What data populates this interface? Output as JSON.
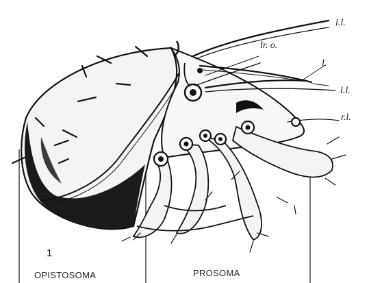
{
  "figure": {
    "number": "1",
    "regions": {
      "left": "OPISTOSOMA",
      "right": "PROSOMA"
    },
    "labels": {
      "i1": "i.l.",
      "lro": "lr. o.",
      "l": "l.",
      "ll": "l.l.",
      "rl": "r.l."
    }
  }
}
